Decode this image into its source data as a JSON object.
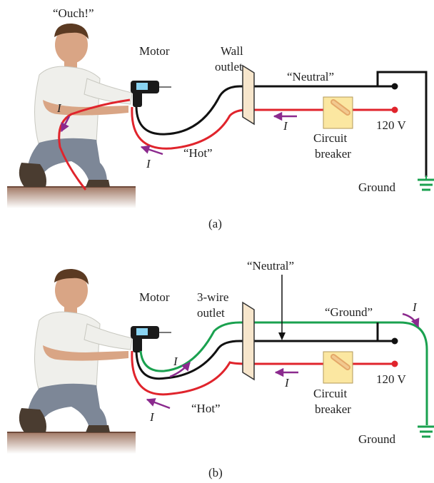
{
  "panel_a": {
    "caption": "(a)",
    "shout": "“Ouch!”",
    "motor": "Motor",
    "outlet": [
      "Wall",
      "outlet"
    ],
    "neutral": "“Neutral”",
    "hot": "“Hot”",
    "current": "I",
    "voltage": "120 V",
    "breaker": [
      "Circuit",
      "breaker"
    ],
    "ground": "Ground"
  },
  "panel_b": {
    "caption": "(b)",
    "motor": "Motor",
    "outlet": [
      "3-wire",
      "outlet"
    ],
    "neutral": "“Neutral”",
    "ground_wire": "“Ground”",
    "hot": "“Hot”",
    "current": "I",
    "voltage": "120 V",
    "breaker": [
      "Circuit",
      "breaker"
    ],
    "ground": "Ground"
  },
  "colors": {
    "hot_wire": "#e0242c",
    "neutral_wire": "#111111",
    "ground_wire": "#1aa14f",
    "current_arrow": "#8b2a8e",
    "earth_symbol": "#1aa14f",
    "outlet_plate": "#f7e6cc",
    "breaker_box": "#fbe7a1",
    "floor": "#a27a66"
  }
}
